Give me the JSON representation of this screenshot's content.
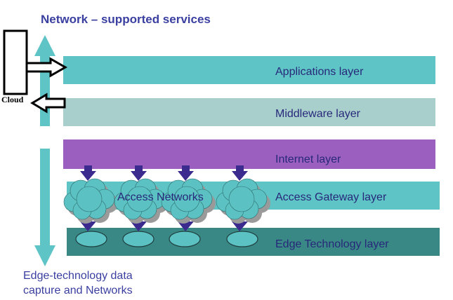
{
  "title_top": "Network – supported services",
  "caption_bottom": [
    "Edge-technology data",
    "capture and Networks"
  ],
  "cloud_label": "Cloud",
  "layers": {
    "applications": "Applications layer",
    "middleware": "Middleware layer",
    "internet": "Internet layer",
    "access_gateway": "Access Gateway layer",
    "edge_technology": "Edge Technology layer"
  },
  "access_networks_label": "Access Networks",
  "colors": {
    "applications": "#5ec4c6",
    "middleware": "#a9cfcd",
    "internet": "#9b5fc0",
    "access_gateway": "#5ec4c6",
    "edge_technology": "#3a8886",
    "label_text": "#27287a",
    "title_text": "#3a3fa0",
    "cloud_fill": "#5bc1c3",
    "arrow_purple": "#3c2b8f",
    "side_arrow": "#5ec4c6"
  }
}
